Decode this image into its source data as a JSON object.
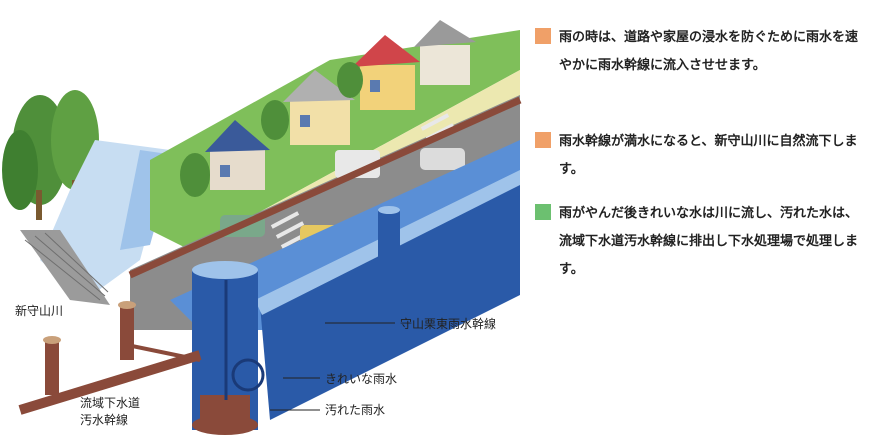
{
  "labels": {
    "river": "新守山川",
    "rain_trunk": "守山栗東雨水幹線",
    "clean_water": "きれいな雨水",
    "dirty_water": "汚れた雨水",
    "sewer_trunk_line1": "流域下水道",
    "sewer_trunk_line2": "汚水幹線"
  },
  "legend": [
    {
      "color": "#f0a068",
      "text": "雨の時は、道路や家屋の浸水を防ぐために雨水を速やかに雨水幹線に流入させせます。"
    },
    {
      "color": "#f0a068",
      "text": "雨水幹線が満水になると、新守山川に自然流下します。"
    },
    {
      "color": "#6cc070",
      "text": "雨がやんだ後きれいな水は川に流し、汚れた水は、流域下水道汚水幹線に排出し下水処理場で処理します。"
    }
  ],
  "colors": {
    "pipe": "#2a5aa8",
    "water": "#5a8fd6",
    "road": "#8c8c8c",
    "grass": "#7fbf5a",
    "sidewalk": "#ece8b0",
    "sewer": "#8a4a3a"
  }
}
